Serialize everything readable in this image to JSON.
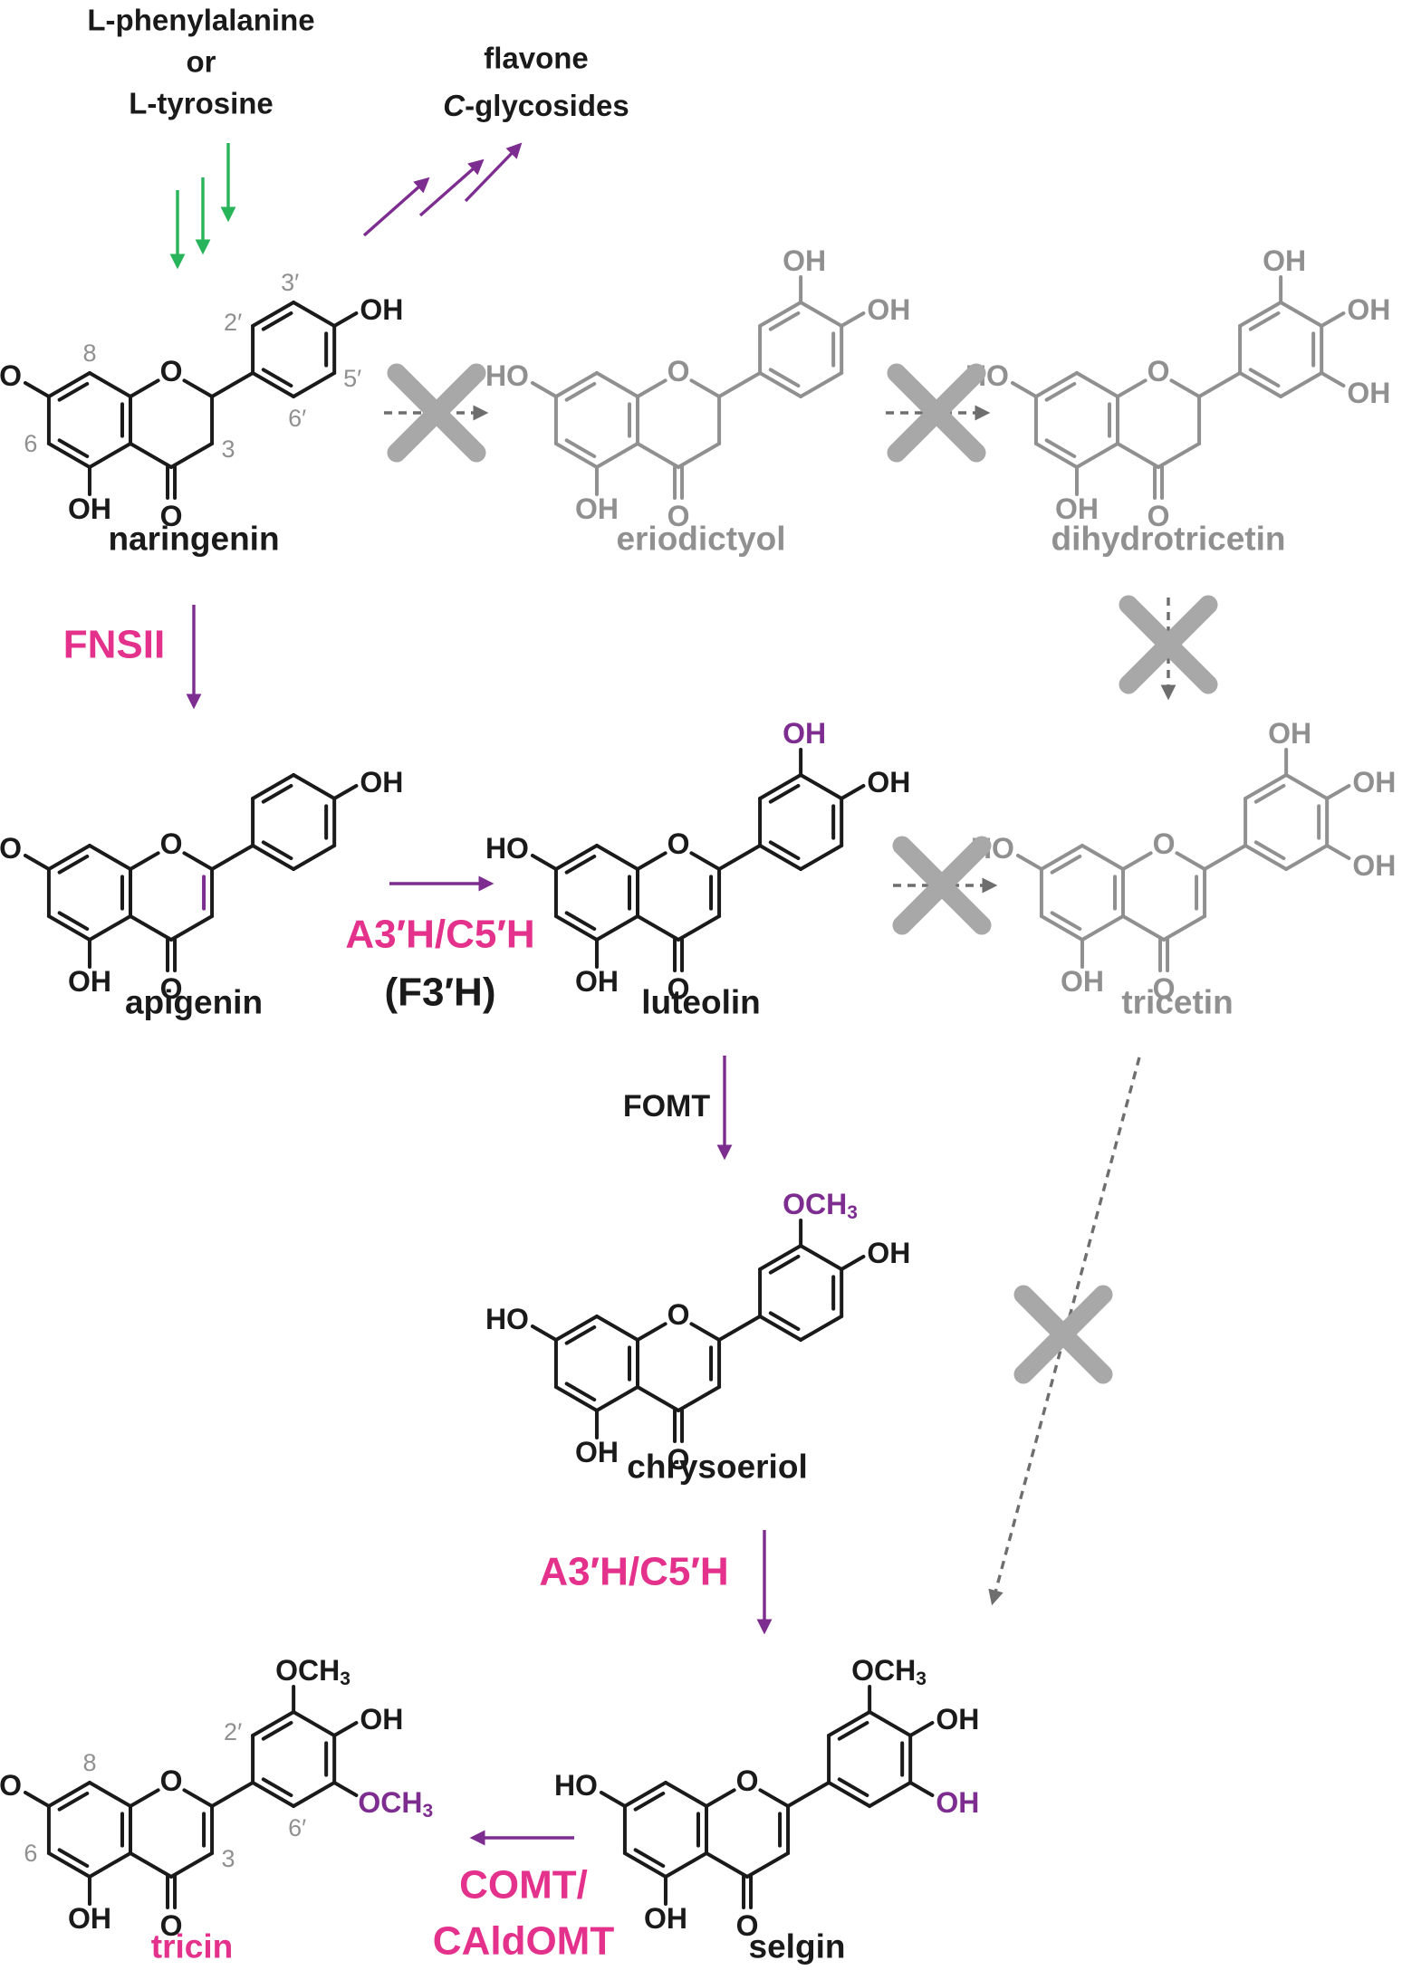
{
  "colors": {
    "black": "#1a1a1a",
    "gray": "#909090",
    "purple": "#7d2c8f",
    "magenta": "#e3318c",
    "green": "#27b45a",
    "block_gray": "#a8a8a8",
    "dashed_gray": "#6e6e6e"
  },
  "precursors": {
    "line1": "L-phenylalanine",
    "line2": "or",
    "line3": "L-tyrosine",
    "smallcap": "L"
  },
  "side_product": {
    "line1": "flavone",
    "italic": "C",
    "line2": "-glycosides"
  },
  "atoms": {
    "HO": "HO",
    "OH": "OH",
    "O": "O",
    "OCH3": "OCH",
    "sub3": "3"
  },
  "compounds": {
    "naringenin": "naringenin",
    "eriodictyol": "eriodictyol",
    "dihydrotricetin": "dihydrotricetin",
    "apigenin": "apigenin",
    "luteolin": "luteolin",
    "tricetin": "tricetin",
    "chrysoeriol": "chrysoeriol",
    "selgin": "selgin",
    "tricin": "tricin"
  },
  "enzymes": {
    "fnsii": "FNSII",
    "a3h_c5h_1": "A3′H/C5′H",
    "f3h": "(F3′H)",
    "fomt": "FOMT",
    "a3h_c5h_2": "A3′H/C5′H",
    "comt_line1": "COMT/",
    "comt_line2": "CAldOMT"
  },
  "positions": {
    "p8": "8",
    "p6": "6",
    "p3": "3",
    "p2p": "2′",
    "p3p": "3′",
    "p5p": "5′",
    "p6p": "6′"
  }
}
